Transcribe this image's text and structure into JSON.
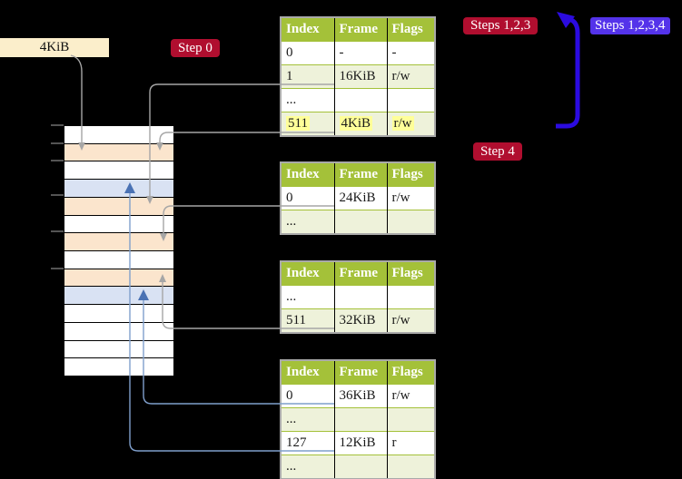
{
  "legend_box": {
    "label": "4KiB"
  },
  "badges": {
    "step0": "Step 0",
    "steps123": "Steps 1,2,3",
    "steps1234": "Steps 1,2,3,4",
    "step4": "Step 4"
  },
  "tables": [
    {
      "name": "page-table-level-1",
      "headers": [
        "Index",
        "Frame",
        "Flags"
      ],
      "rows": [
        {
          "cells": [
            "0",
            "-",
            "-"
          ]
        },
        {
          "cells": [
            "1",
            "16KiB",
            "r/w"
          ]
        },
        {
          "cells": [
            "...",
            "",
            ""
          ]
        },
        {
          "cells": [
            "511",
            "4KiB",
            "r/w"
          ],
          "highlight": true
        }
      ]
    },
    {
      "name": "page-table-2",
      "headers": [
        "Index",
        "Frame",
        "Flags"
      ],
      "rows": [
        {
          "cells": [
            "0",
            "24KiB",
            "r/w"
          ]
        },
        {
          "cells": [
            "...",
            "",
            ""
          ]
        }
      ]
    },
    {
      "name": "page-table-3",
      "headers": [
        "Index",
        "Frame",
        "Flags"
      ],
      "rows": [
        {
          "cells": [
            "...",
            "",
            ""
          ]
        },
        {
          "cells": [
            "511",
            "32KiB",
            "r/w"
          ]
        }
      ]
    },
    {
      "name": "page-table-4",
      "headers": [
        "Index",
        "Frame",
        "Flags"
      ],
      "rows": [
        {
          "cells": [
            "0",
            "36KiB",
            "r/w"
          ]
        },
        {
          "cells": [
            "...",
            "",
            ""
          ]
        },
        {
          "cells": [
            "127",
            "12KiB",
            "r"
          ]
        },
        {
          "cells": [
            "...",
            "",
            ""
          ]
        }
      ]
    }
  ],
  "stack": {
    "rows": [
      "white",
      "peach",
      "white",
      "blue",
      "peach",
      "white",
      "peach",
      "white",
      "peach",
      "blue",
      "white",
      "white",
      "white",
      "white"
    ]
  },
  "colors": {
    "background": "#000000",
    "table_header_green": "#a4c139",
    "table_row_green": "#eef2da",
    "highlight_yellow": "#ffff99",
    "stack_peach": "#fbe5cd",
    "stack_blue": "#d9e2f3",
    "legend_beige": "#fbeecb",
    "badge_red": "#b00e2f",
    "badge_blue": "#5433ea",
    "arrow_blue_thick": "#2b0be0",
    "connector_gray": "#a6a6a6",
    "connector_blue": "#7f9fcc",
    "arrowhead_blue": "#4a72b4"
  }
}
